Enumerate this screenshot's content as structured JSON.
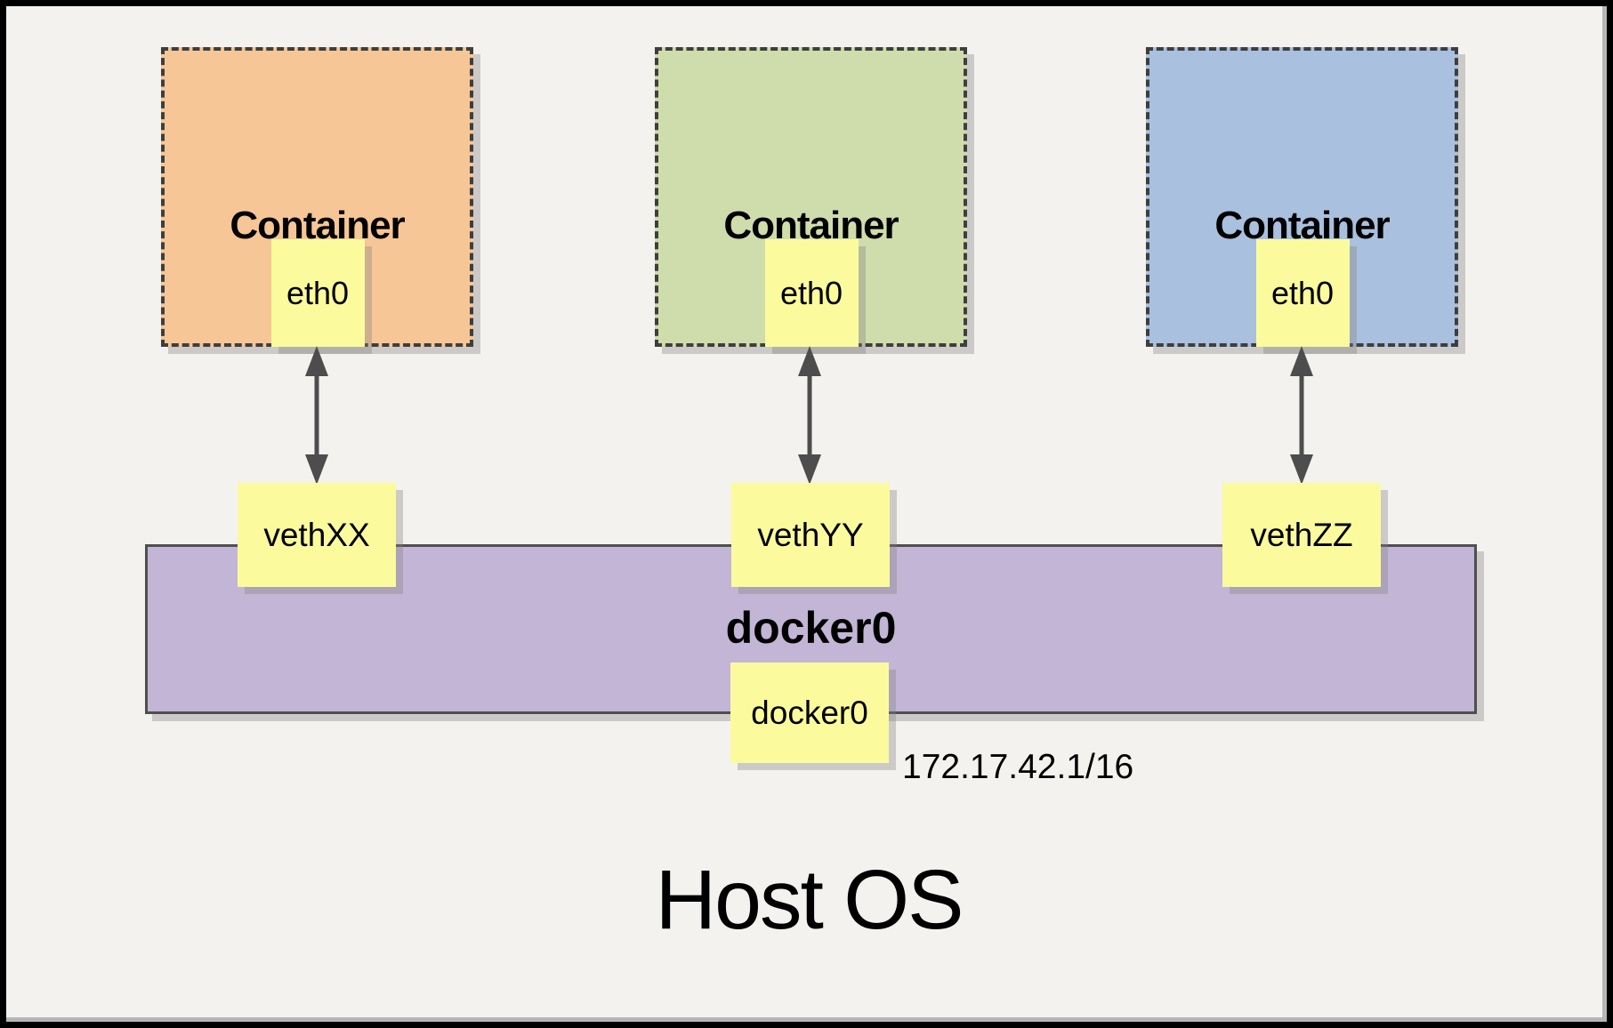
{
  "colors": {
    "bg": "#F4F2EE",
    "frame": "#000000",
    "edge": "#B5B5B5",
    "note": "#FBFB9D",
    "bridge_fill": "#C3B5D6",
    "line": "#3E3E3E",
    "bar_line": "#4F4F4F",
    "arrow": "#4D4D4D",
    "shadow": "rgba(130,130,130,0.35)"
  },
  "containers": [
    {
      "label": "Container",
      "interface": "eth0",
      "color": "#F6C696"
    },
    {
      "label": "Container",
      "interface": "eth0",
      "color": "#CFDCAB"
    },
    {
      "label": "Container",
      "interface": "eth0",
      "color": "#A9C0DE"
    }
  ],
  "veth_interfaces": [
    {
      "label": "vethXX"
    },
    {
      "label": "vethYY"
    },
    {
      "label": "vethZZ"
    }
  ],
  "bridge": {
    "name": "docker0",
    "interface": "docker0",
    "ip": "172.17.42.1/16"
  },
  "host": {
    "label": "Host OS"
  },
  "icons": {
    "connector": "bidirectional-arrow"
  }
}
